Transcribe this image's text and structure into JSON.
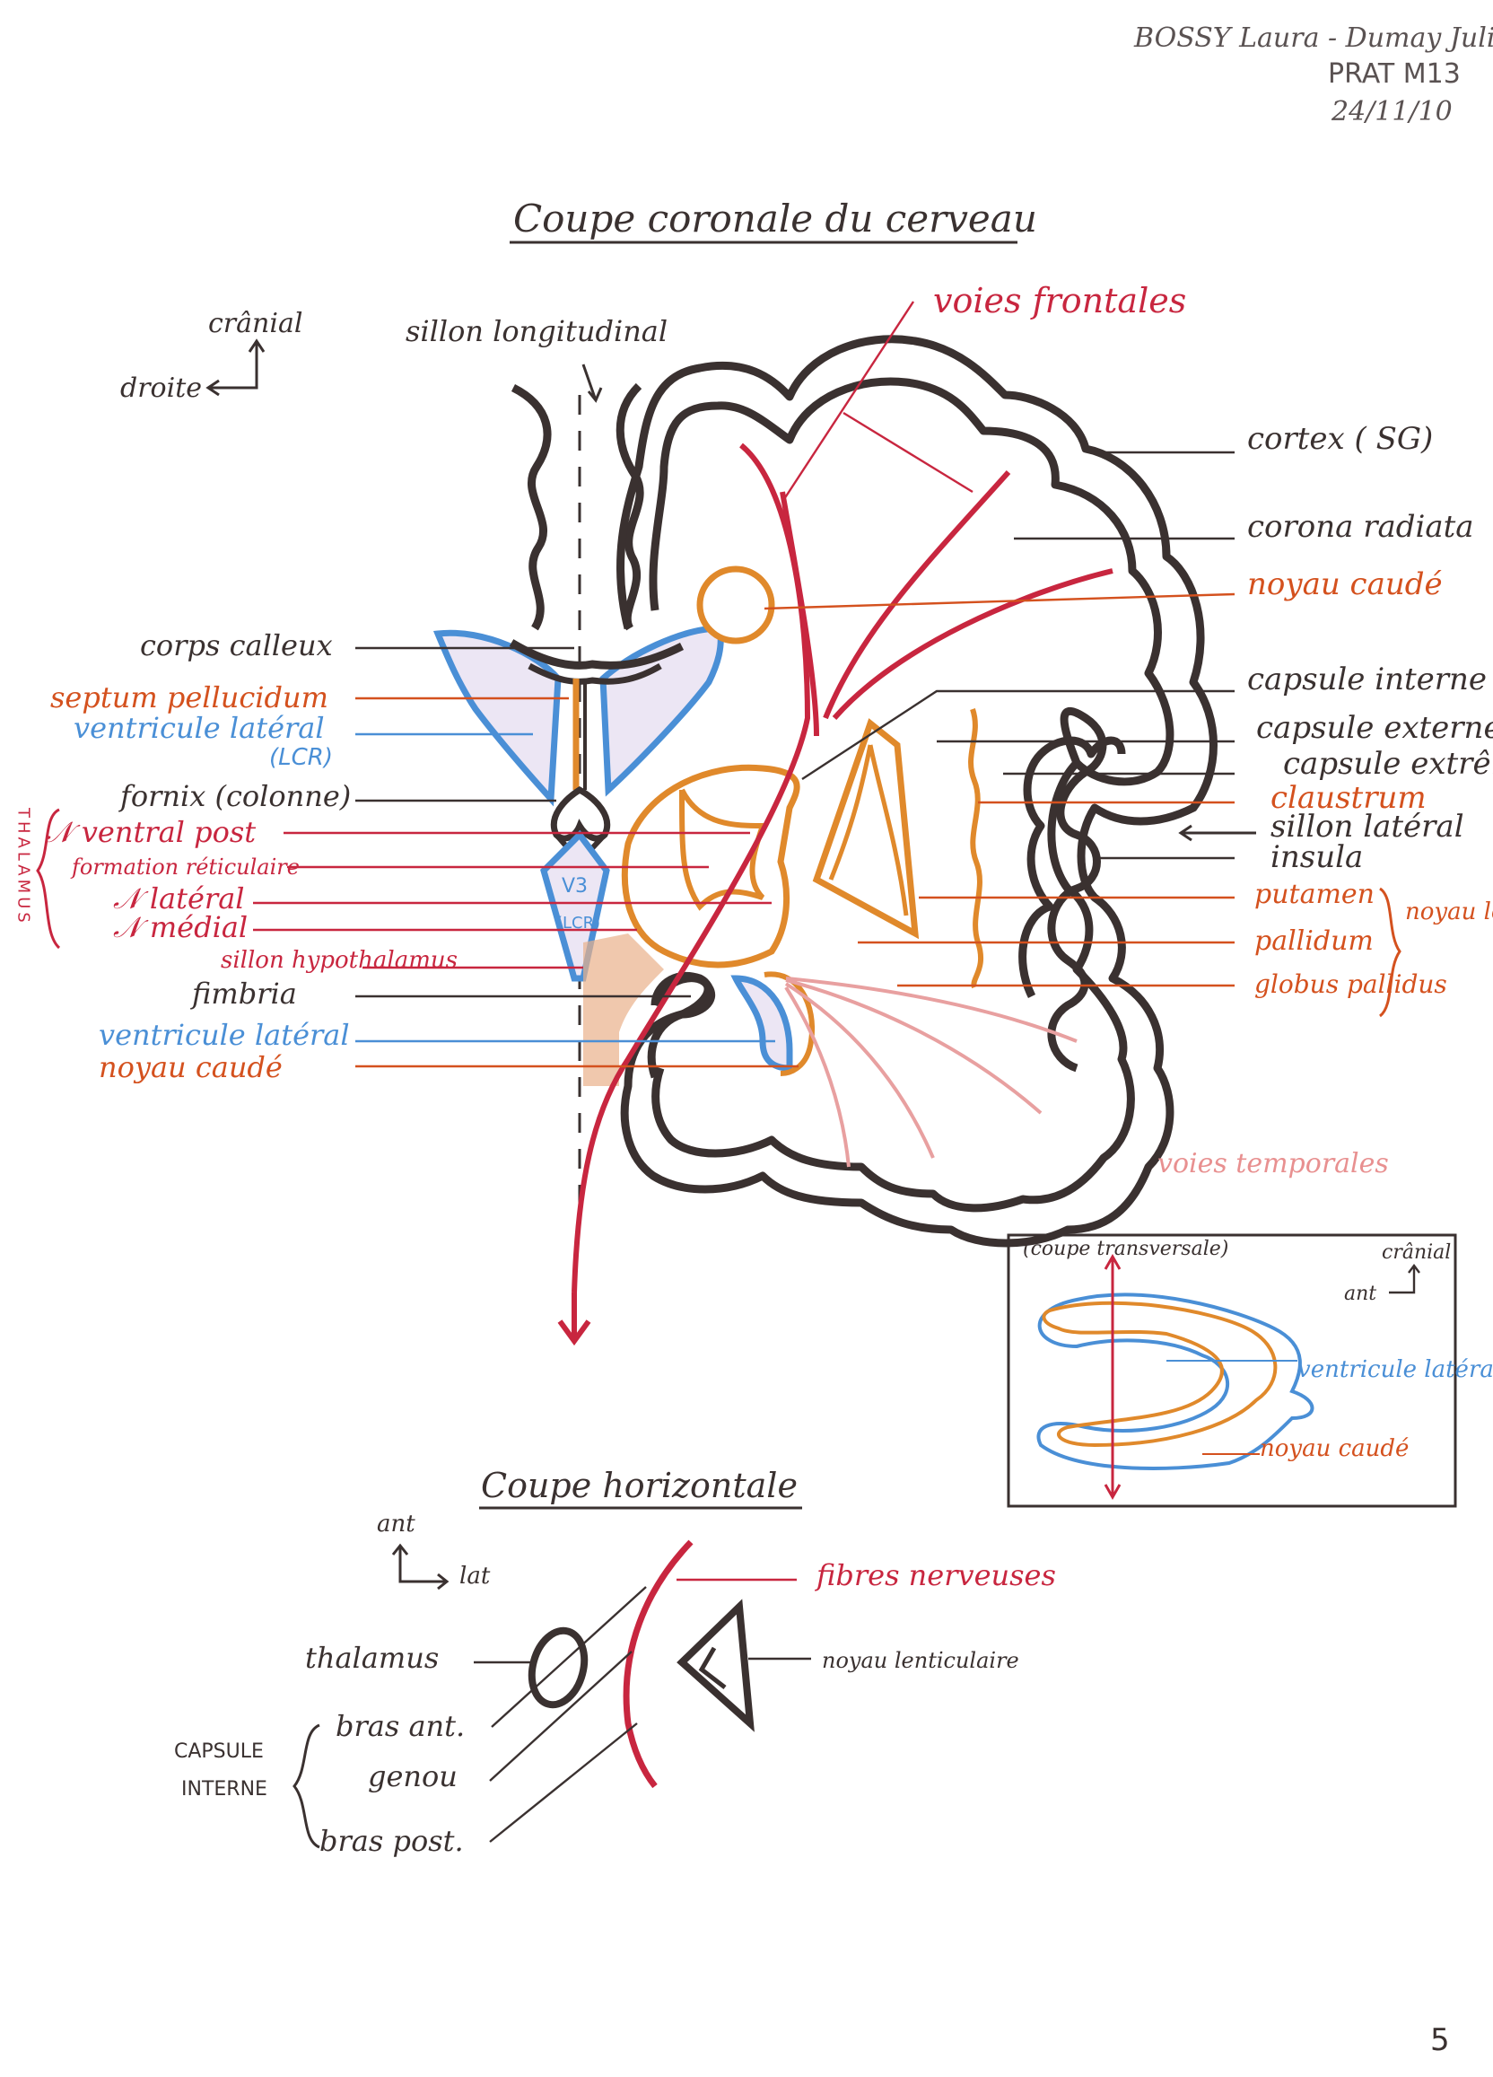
{
  "header": {
    "authors": "BOSSY Laura - Dumay Julie",
    "course": "PRAT M13",
    "date": "24/11/10"
  },
  "page_number": "5",
  "colors": {
    "ink": "#3a3130",
    "red": "#c8263f",
    "orange": "#e0892b",
    "orange_text": "#d4511e",
    "blue": "#4a8fd6",
    "lavender": "#ece6f4",
    "pink": "#e8a0a0",
    "salmon": "#eab08a"
  },
  "coronal": {
    "title": "Coupe coronale du cerveau",
    "orientation": {
      "up": "crânial",
      "left": "droite"
    },
    "labels_left": {
      "sillon_longitudinal": "sillon longitudinal",
      "corps_calleux": "corps calleux",
      "septum_pellucidum": "septum pellucidum",
      "ventricule_lateral": "ventricule latéral",
      "lcr": "(LCR)",
      "fornix": "fornix (colonne)",
      "nx_ventral_post": "𝒩 ventral post",
      "formation_reticulaire": "formation réticulaire",
      "nx_lateral": "𝒩 latéral",
      "nx_medial": "𝒩 médial",
      "sillon_hypothalamus": "sillon hypothalamus",
      "fimbria": "fimbria",
      "ventricule_lateral_2": "ventricule latéral",
      "noyau_caude_2": "noyau caudé"
    },
    "thalamus_vertical": "THALAMUS",
    "v3": "V3",
    "v3_lcr": "(LCR)",
    "labels_right": {
      "voies_frontales": "voies frontales",
      "cortex": "cortex ( SG)",
      "corona_radiata": "corona radiata",
      "noyau_caude": "noyau caudé",
      "capsule_interne": "capsule interne",
      "capsule_externe": "capsule externe",
      "capsule_extreme": "capsule extrême",
      "claustrum": "claustrum",
      "sillon_lateral": "sillon latéral",
      "insula": "insula",
      "putamen": "putamen",
      "pallidum": "pallidum",
      "globus_pallidus": "globus pallidus",
      "noyau_lenticulaire": "noyau lenticulaire",
      "voies_temporales": "voies temporales"
    },
    "inset": {
      "title": "(coupe transversale)",
      "orientation": {
        "up": "crânial",
        "left": "ant"
      },
      "ventricule_lateral": "ventricule latéral",
      "noyau_caude": "noyau caudé"
    }
  },
  "horizontal": {
    "title": "Coupe horizontale",
    "orientation": {
      "up": "ant",
      "right": "lat"
    },
    "labels": {
      "fibres_nerveuses": "fibres nerveuses",
      "thalamus": "thalamus",
      "noyau_lenticulaire": "noyau lenticulaire",
      "capsule": "CAPSULE",
      "interne": "INTERNE",
      "bras_ant": "bras ant.",
      "genou": "genou",
      "bras_post": "bras post."
    }
  }
}
